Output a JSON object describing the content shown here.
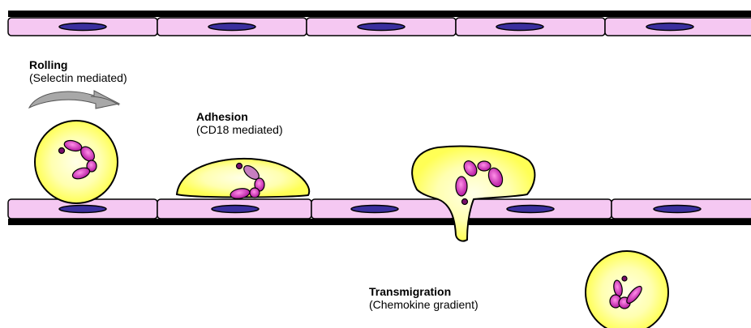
{
  "labels": {
    "rolling": {
      "title": "Rolling",
      "subtitle": "(Selectin mediated)"
    },
    "adhesion": {
      "title": "Adhesion",
      "subtitle": "(CD18 mediated)"
    },
    "transmigration": {
      "title": "Transmigration",
      "subtitle": "(Chemokine gradient)"
    }
  },
  "colors": {
    "endothelial_cell": "#f5c8f2",
    "nucleus": "#3a2f9e",
    "leukocyte_outer": "#ffff66",
    "leukocyte_inner": "#ffffdd",
    "leukocyte_nucleus": "#c21fae",
    "arrow": "#a8a8a8",
    "membrane": "#000000"
  },
  "icons": [
    "rolling-arrow-icon"
  ]
}
